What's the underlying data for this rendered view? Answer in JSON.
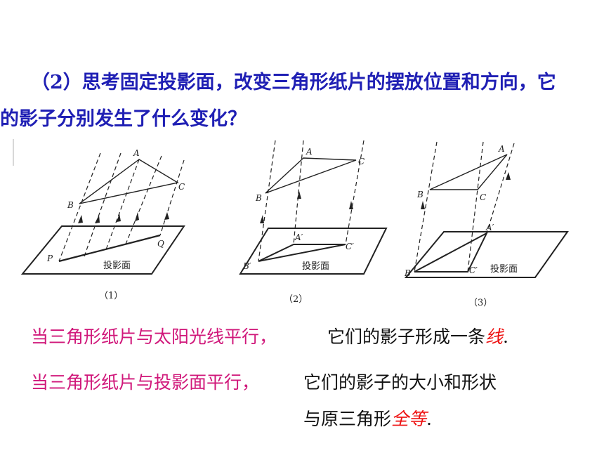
{
  "question": {
    "line1": "（2）思考固定投影面，改变三角形纸片的摆放位置和方向，它",
    "line2": "的影子分别发生了什么变化？"
  },
  "diagrams": [
    {
      "caption": "（1）",
      "labels": {
        "A": "A",
        "B": "B",
        "C": "C",
        "P": "P",
        "Q": "Q",
        "plane": "投影面"
      }
    },
    {
      "caption": "（2）",
      "labels": {
        "A": "A",
        "B": "B",
        "C": "C",
        "A_": "A′",
        "B_": "B′",
        "C_": "C′",
        "plane": "投影面"
      }
    },
    {
      "caption": "（3）",
      "labels": {
        "A": "A",
        "B": "B",
        "C": "C",
        "A_": "A′",
        "B_": "B′",
        "C_": "C′",
        "plane": "投影面"
      }
    }
  ],
  "statements": [
    {
      "condition": "当三角形纸片与太阳光线平行，",
      "result": "它们的影子形成一条",
      "highlight": "线",
      "end": "."
    },
    {
      "condition": "当三角形纸片与投影面平行，",
      "result": "它们的影子的大小和形状",
      "result2": "与原三角形",
      "highlight": "全等",
      "end": "."
    }
  ],
  "colors": {
    "question": "#1f1fb4",
    "condition": "#d0177a",
    "highlight": "#ee1111"
  }
}
